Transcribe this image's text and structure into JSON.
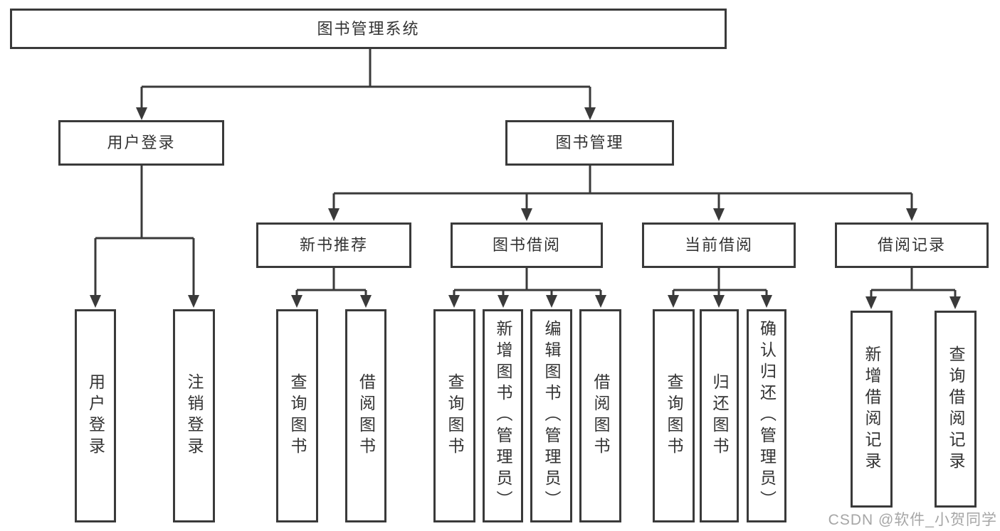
{
  "diagram": {
    "root": {
      "label": "图书管理系统",
      "children": [
        {
          "label": "用户登录",
          "children": [
            {
              "label": "用户登录"
            },
            {
              "label": "注销登录"
            }
          ]
        },
        {
          "label": "图书管理",
          "children": [
            {
              "label": "新书推荐",
              "children": [
                {
                  "label": "查询图书"
                },
                {
                  "label": "借阅图书"
                }
              ]
            },
            {
              "label": "图书借阅",
              "children": [
                {
                  "label": "查询图书"
                },
                {
                  "label": "新增图书（管理员）"
                },
                {
                  "label": "编辑图书（管理员）"
                },
                {
                  "label": "借阅图书"
                }
              ]
            },
            {
              "label": "当前借阅",
              "children": [
                {
                  "label": "查询图书"
                },
                {
                  "label": "归还图书"
                },
                {
                  "label": "确认归还（管理员）"
                }
              ]
            },
            {
              "label": "借阅记录",
              "children": [
                {
                  "label": "新增借阅记录"
                },
                {
                  "label": "查询借阅记录"
                }
              ]
            }
          ]
        }
      ]
    },
    "watermark": "CSDN @软件_小贺同学",
    "style": {
      "line_color": "#3a3a3a",
      "text_color": "#333333",
      "background": "#ffffff",
      "watermark_color": "#a6a6a6"
    }
  }
}
